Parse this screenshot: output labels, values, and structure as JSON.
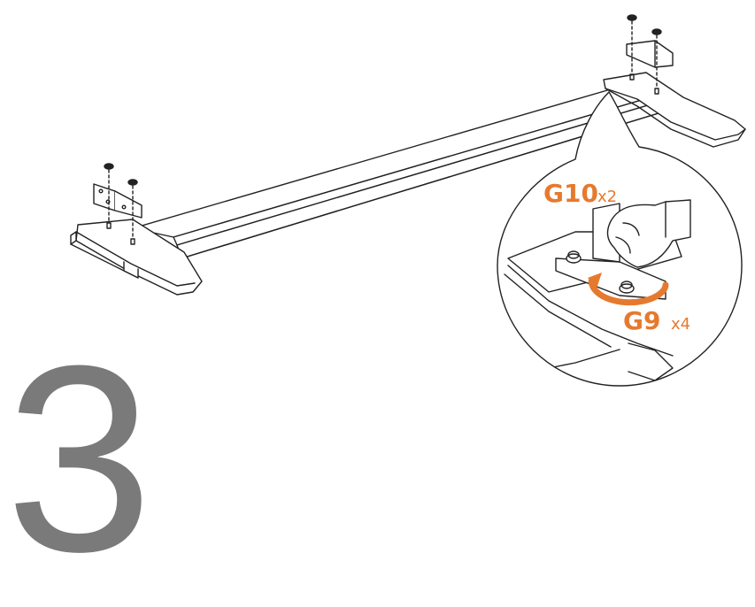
{
  "step": {
    "number": "3"
  },
  "parts": [
    {
      "code": "G10",
      "qty": "x2"
    },
    {
      "code": "G9",
      "qty": "x4"
    }
  ],
  "colors": {
    "accent": "#e57a2f",
    "line": "#222222",
    "step_number": "#7a7a7a"
  },
  "icons": [
    "hand-icon",
    "rotate-arrow-icon",
    "bolt-icon",
    "nut-icon",
    "bracket-icon"
  ]
}
